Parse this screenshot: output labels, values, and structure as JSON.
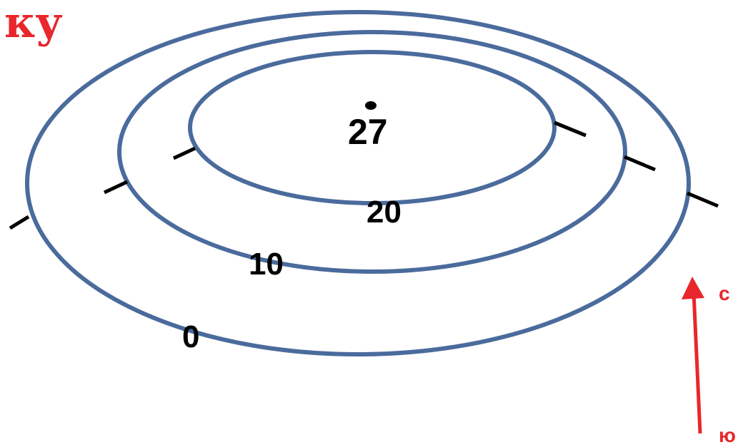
{
  "heading": "ку",
  "peak": {
    "height_label": "27"
  },
  "contours": [
    {
      "label": "0"
    },
    {
      "label": "10"
    },
    {
      "label": "20"
    }
  ],
  "compass": {
    "north_label": "с",
    "south_label": "ю"
  },
  "colors": {
    "contour_line": "#4a6b9c",
    "slope_tick": "#000000",
    "arrow": "#e8262b",
    "heading": "#e8262b",
    "labels": "#000000"
  }
}
